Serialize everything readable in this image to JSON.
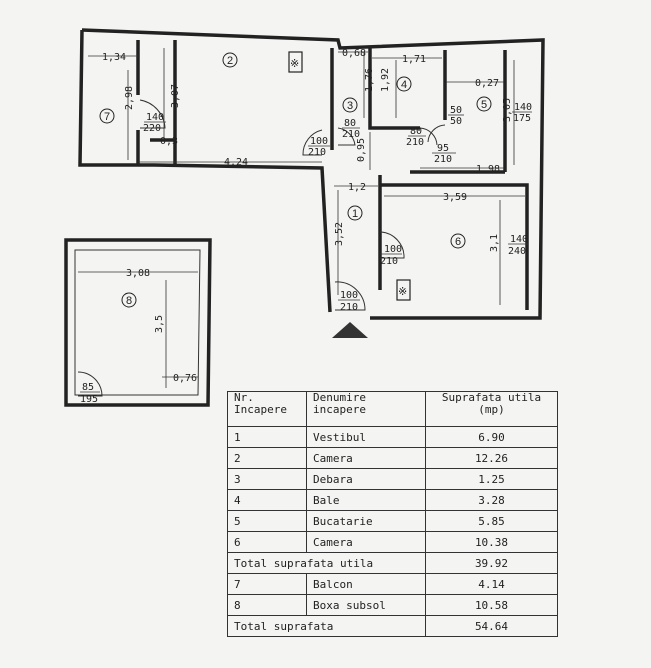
{
  "plan": {
    "rooms": [
      "1",
      "2",
      "3",
      "4",
      "5",
      "6",
      "7",
      "8"
    ],
    "dimensions": {
      "d134": "1,34",
      "d298": "2,98",
      "d307": "3,07",
      "d03": "0,3",
      "d424": "4,24",
      "d068": "0,68",
      "d176": "1,76",
      "d192": "1,92",
      "d171": "1,71",
      "d027": "0,27",
      "d305": "3,05",
      "d095": "0,95",
      "d198": "1,98",
      "d12": "1,2",
      "d352": "3,52",
      "d359": "3,59",
      "d31": "3,1",
      "d308": "3,08",
      "d35": "3,5",
      "d076": "0,76"
    },
    "openings": {
      "w7": [
        "140",
        "220"
      ],
      "d2": [
        "100",
        "210"
      ],
      "d3": [
        "80",
        "210"
      ],
      "d4": [
        "80",
        "210"
      ],
      "w5a": [
        "50",
        "50"
      ],
      "w5b": [
        "140",
        "175"
      ],
      "d5": [
        "95",
        "210"
      ],
      "d6": [
        "100",
        "210"
      ],
      "w6": [
        "140",
        "240"
      ],
      "d1": [
        "100",
        "210"
      ],
      "d8": [
        "85",
        "195"
      ]
    }
  },
  "table": {
    "headers": [
      "Nr. Incapere",
      "Denumire incapere",
      "Suprafata utila (mp)"
    ],
    "rows": [
      {
        "nr": "1",
        "name": "Vestibul",
        "area": "6.90"
      },
      {
        "nr": "2",
        "name": "Camera",
        "area": "12.26"
      },
      {
        "nr": "3",
        "name": "Debara",
        "area": "1.25"
      },
      {
        "nr": "4",
        "name": "Bale",
        "area": "3.28"
      },
      {
        "nr": "5",
        "name": "Bucatarie",
        "area": "5.85"
      },
      {
        "nr": "6",
        "name": "Camera",
        "area": "10.38"
      }
    ],
    "total_useful": {
      "label": "Total suprafata utila",
      "value": "39.92"
    },
    "extra_rows": [
      {
        "nr": "7",
        "name": "Balcon",
        "area": "4.14"
      },
      {
        "nr": "8",
        "name": "Boxa subsol",
        "area": "10.58"
      }
    ],
    "total": {
      "label": "Total suprafata",
      "value": "54.64"
    }
  }
}
